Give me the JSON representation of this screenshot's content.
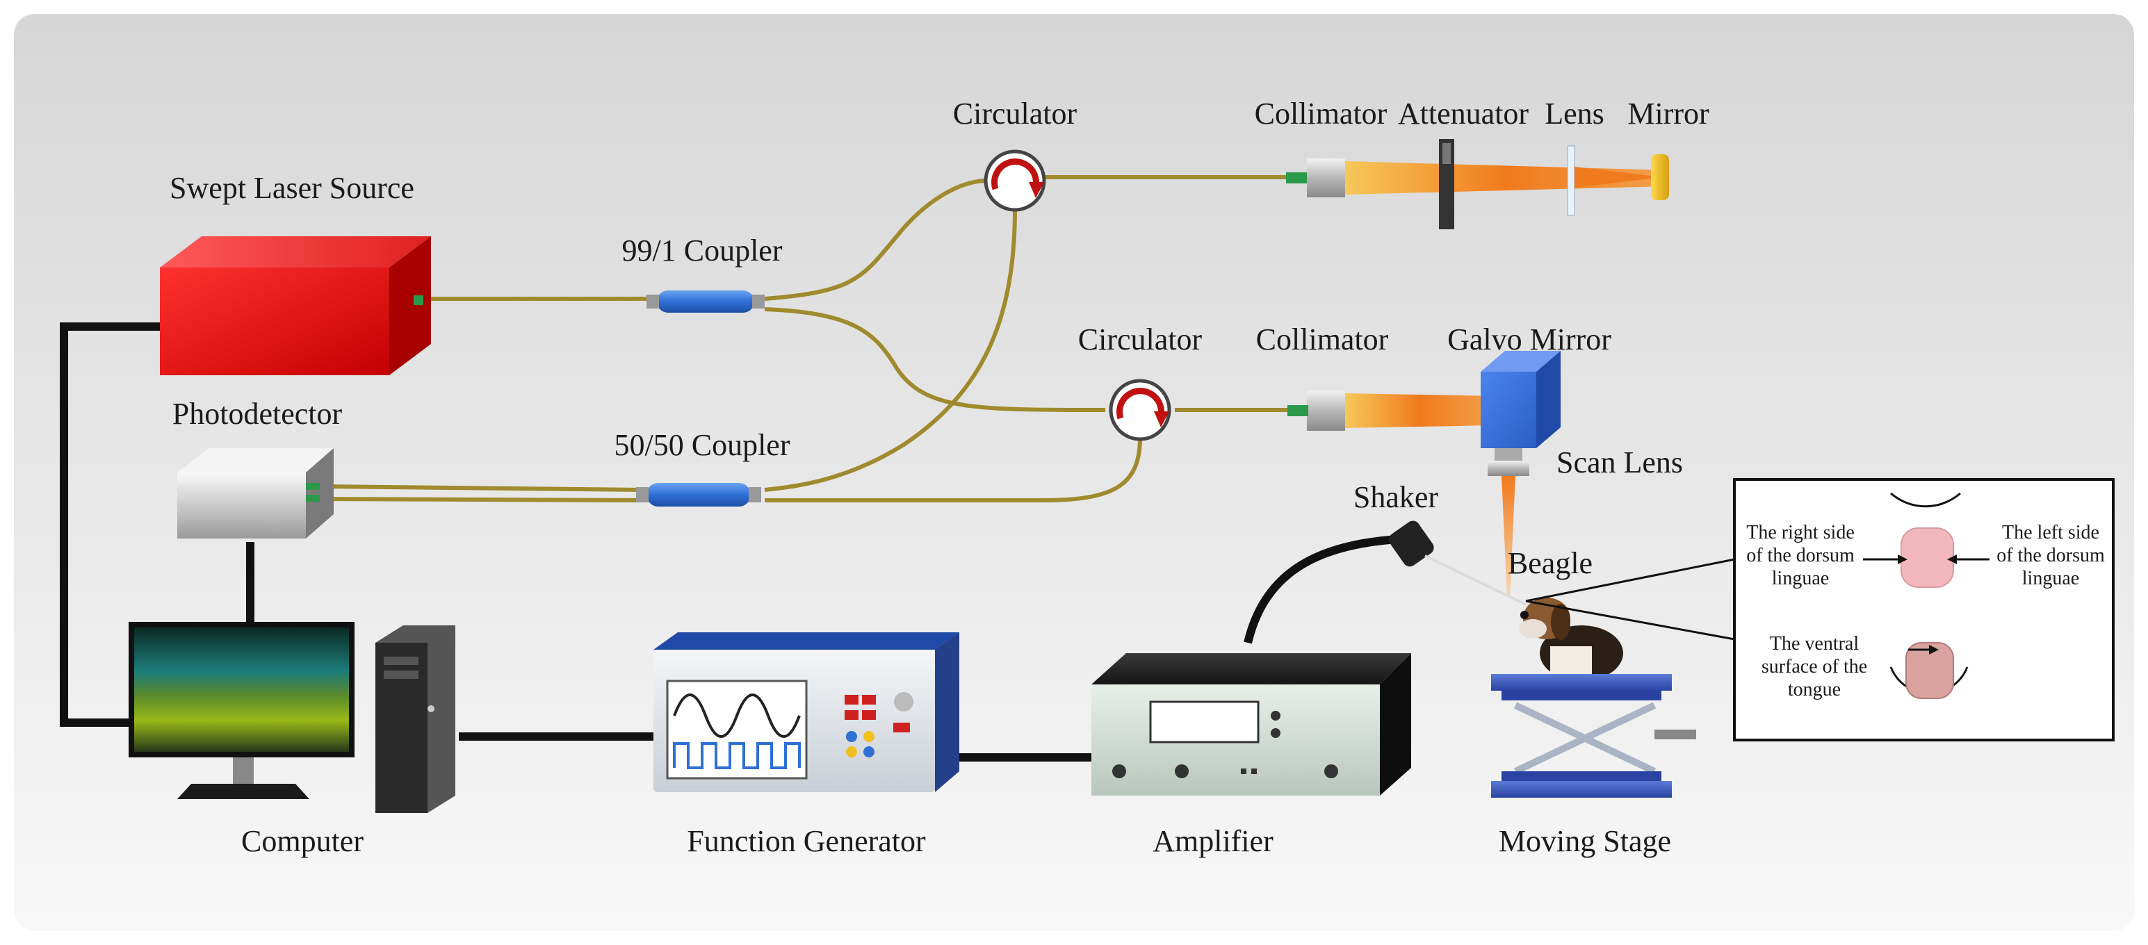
{
  "labels": {
    "swept_laser_source": "Swept Laser Source",
    "coupler_99_1": "99/1 Coupler",
    "coupler_50_50": "50/50 Coupler",
    "circulator_top": "Circulator",
    "circulator_mid": "Circulator",
    "collimator_top": "Collimator",
    "attenuator": "Attenuator",
    "lens": "Lens",
    "mirror": "Mirror",
    "collimator_mid": "Collimator",
    "galvo_mirror": "Galvo Mirror",
    "scan_lens": "Scan Lens",
    "photodetector": "Photodetector",
    "shaker": "Shaker",
    "beagle": "Beagle",
    "computer": "Computer",
    "function_generator": "Function Generator",
    "amplifier": "Amplifier",
    "moving_stage": "Moving Stage"
  },
  "inset": {
    "right_side": [
      "The right side",
      "of the dorsum",
      "linguae"
    ],
    "left_side": [
      "The left side",
      "of the dorsum",
      "linguae"
    ],
    "ventral": [
      "The ventral",
      "surface of the",
      "tongue"
    ]
  },
  "colors": {
    "background_top": "#d9d9d9",
    "background_bottom": "#f7f7f7",
    "fiber": "#a08a2e",
    "laser_red": "#e01414",
    "coupler_blue": "#2f6fd6",
    "galvo_blue": "#3b6fd8",
    "stage_blue": "#3a56b8",
    "beam_orange": "#f07a1e"
  }
}
